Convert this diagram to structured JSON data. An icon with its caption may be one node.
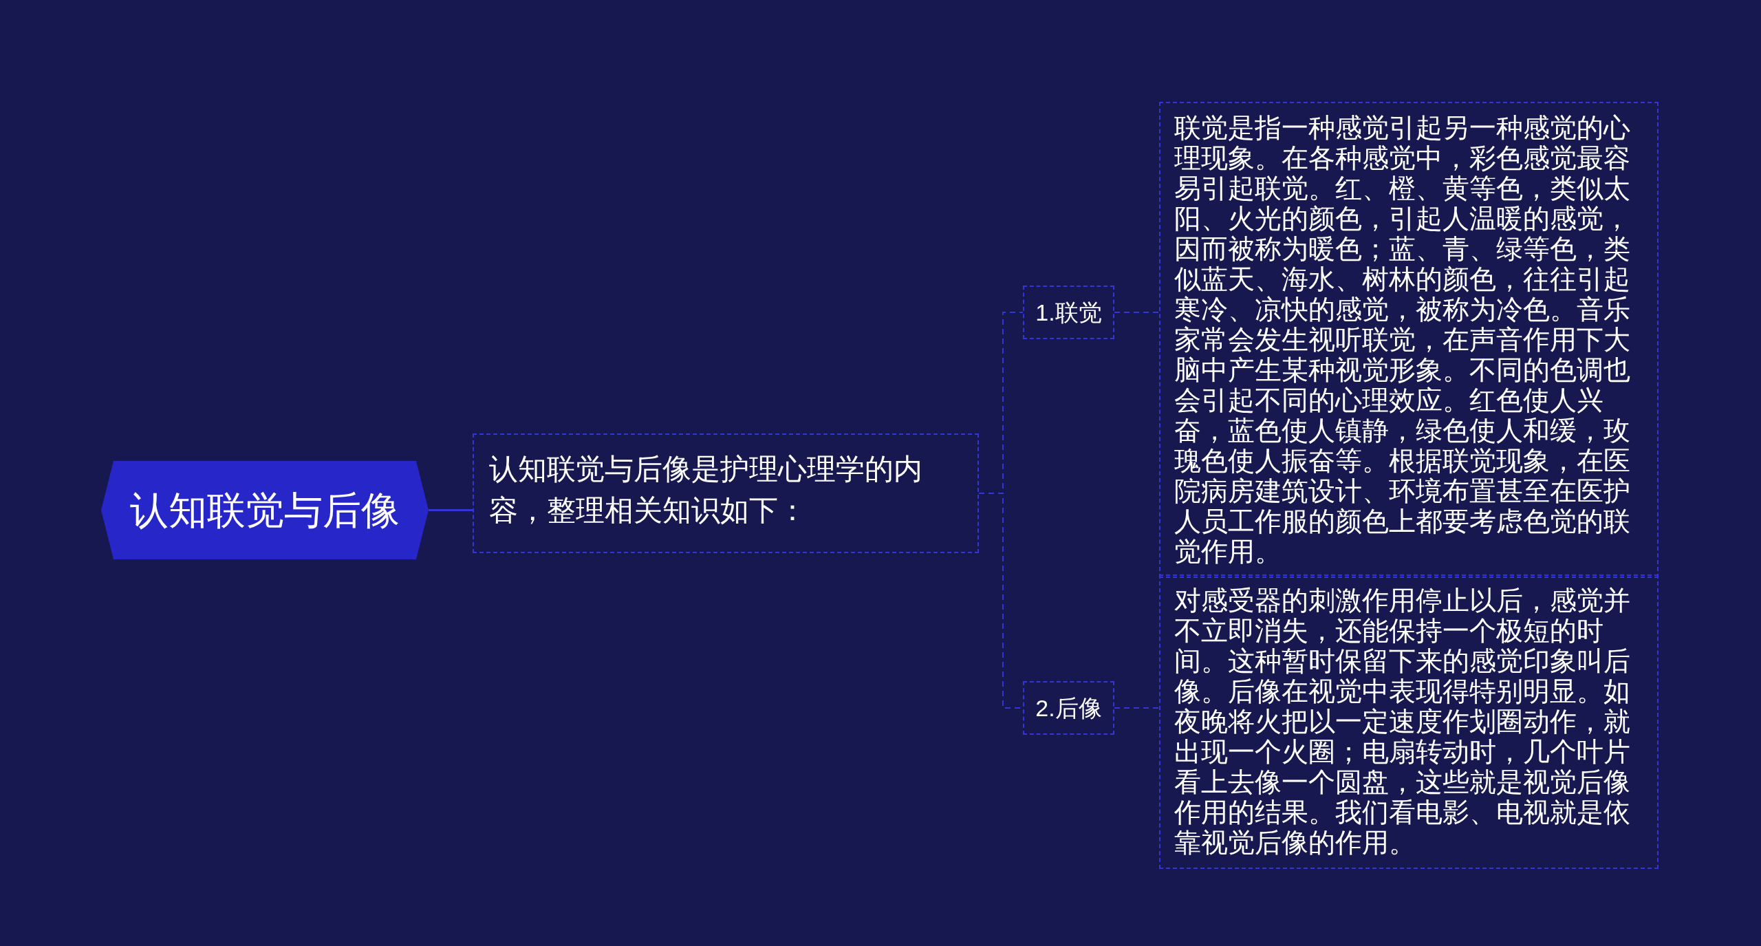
{
  "diagram": {
    "nodes": [
      {
        "text": [
          "认知联觉与后像"
        ]
      },
      {
        "text": [
          "认知联觉与后像是护理心理学的内容，整理相关知识如下："
        ]
      },
      {
        "text": [
          "1.联觉"
        ]
      },
      {
        "text": [
          "联觉是指一种感觉引起另一种感觉的心理现象。在各种感觉中，彩色感觉最容易引起联觉。红、橙、黄等色，类似太阳、火光的颜色，引起人温暖的感觉，因而被称为暖色；蓝、青、绿等色，类似蓝天、海水、树林的颜色，往往引起寒冷、凉快的感觉，被称为冷色。音乐家常会发生视听联觉，在声音作用下大脑中产生某种视觉形象。不同的色调也会引起不同的心理效应。红色使人兴奋，蓝色使人镇静，绿色使人和缓，玫瑰色使人振奋等。根据联觉现象，在医院病房建筑设计、环境布置甚至在医护人员工作服的颜色上都要考虑色觉的联觉作用。"
        ]
      },
      {
        "text": [
          "2.后像"
        ]
      },
      {
        "text": [
          "对感受器的刺激作用停止以后，感觉并不立即消失，还能保持一个极短的时间。这种暂时保留下来的感觉印象叫后像。后像在视觉中表现得特别明显。如夜晚将火把以一定速度作划圈动作，就出现一个火圈；电扇转动时，几个叶片看上去像一个圆盘，这些就是视觉后像作用的结果。我们看电影、电视就是依靠视觉后像的作用。"
        ]
      }
    ],
    "edges": [
      {
        "from": 0,
        "to": 1,
        "arrow": "none"
      },
      {
        "from": 1,
        "to": 2,
        "arrow": "none",
        "style": "dashed"
      },
      {
        "from": 1,
        "to": 4,
        "arrow": "none",
        "style": "dashed"
      },
      {
        "from": 2,
        "to": 3,
        "arrow": "none",
        "style": "dashed"
      },
      {
        "from": 4,
        "to": 5,
        "arrow": "none",
        "style": "dashed"
      }
    ]
  }
}
